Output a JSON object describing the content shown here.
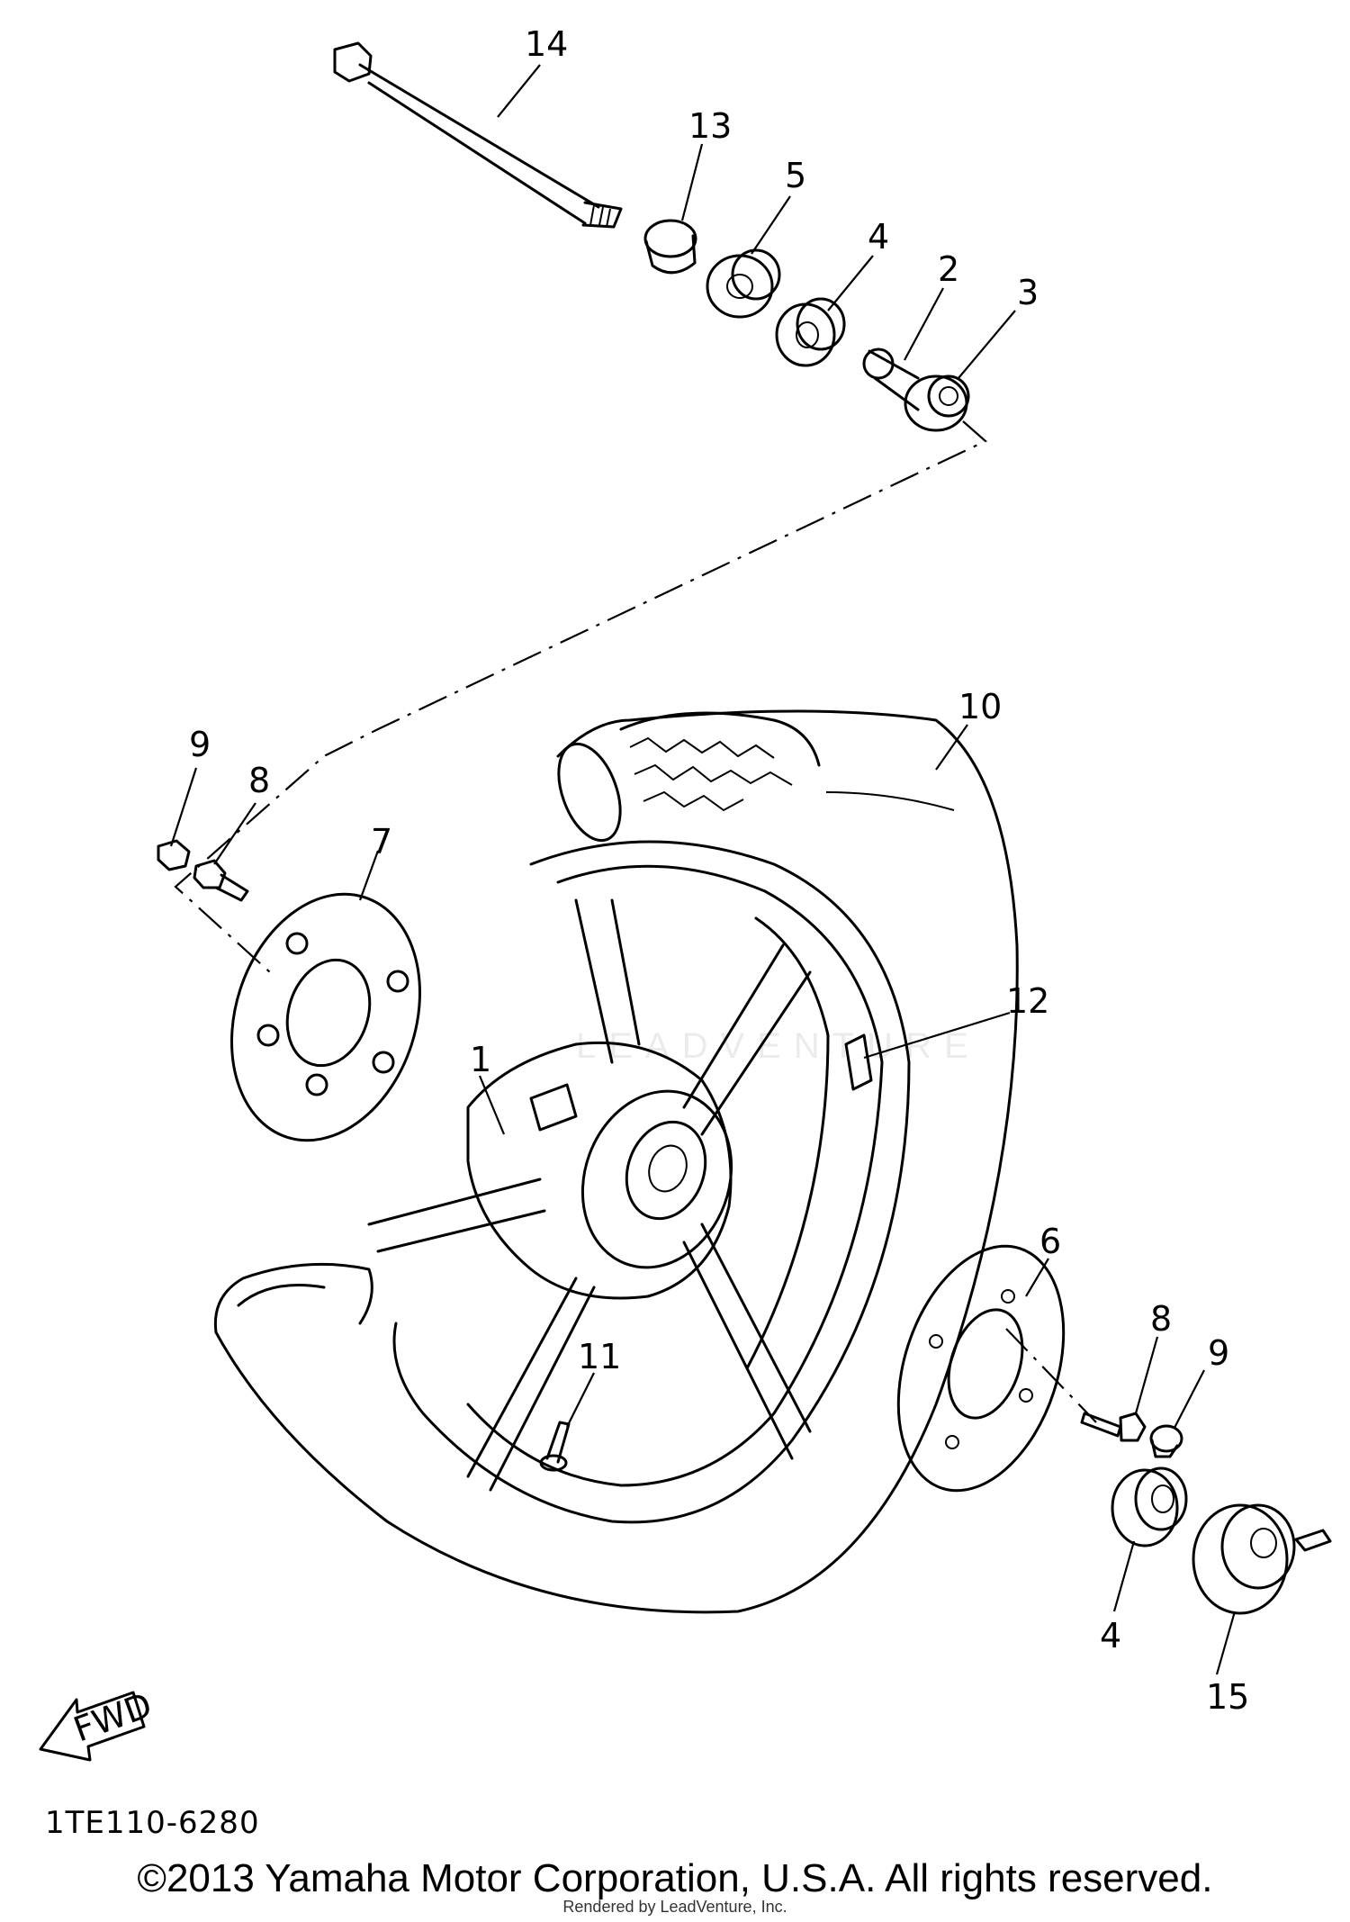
{
  "diagram": {
    "callouts": [
      {
        "id": "c14",
        "label": "14"
      },
      {
        "id": "c13",
        "label": "13"
      },
      {
        "id": "c5",
        "label": "5"
      },
      {
        "id": "c4a",
        "label": "4"
      },
      {
        "id": "c2",
        "label": "2"
      },
      {
        "id": "c3",
        "label": "3"
      },
      {
        "id": "c10",
        "label": "10"
      },
      {
        "id": "c9a",
        "label": "9"
      },
      {
        "id": "c8a",
        "label": "8"
      },
      {
        "id": "c7",
        "label": "7"
      },
      {
        "id": "c1",
        "label": "1"
      },
      {
        "id": "c12",
        "label": "12"
      },
      {
        "id": "c6",
        "label": "6"
      },
      {
        "id": "c8b",
        "label": "8"
      },
      {
        "id": "c9b",
        "label": "9"
      },
      {
        "id": "c11",
        "label": "11"
      },
      {
        "id": "c4b",
        "label": "4"
      },
      {
        "id": "c15",
        "label": "15"
      }
    ],
    "fwd_label": "FWD",
    "code": "1TE110-6280"
  },
  "footer": {
    "copyright": "©2013 Yamaha Motor Corporation, U.S.A. All rights reserved.",
    "rendered_by": "Rendered by LeadVenture, Inc."
  },
  "watermark": "LEADVENTURE"
}
